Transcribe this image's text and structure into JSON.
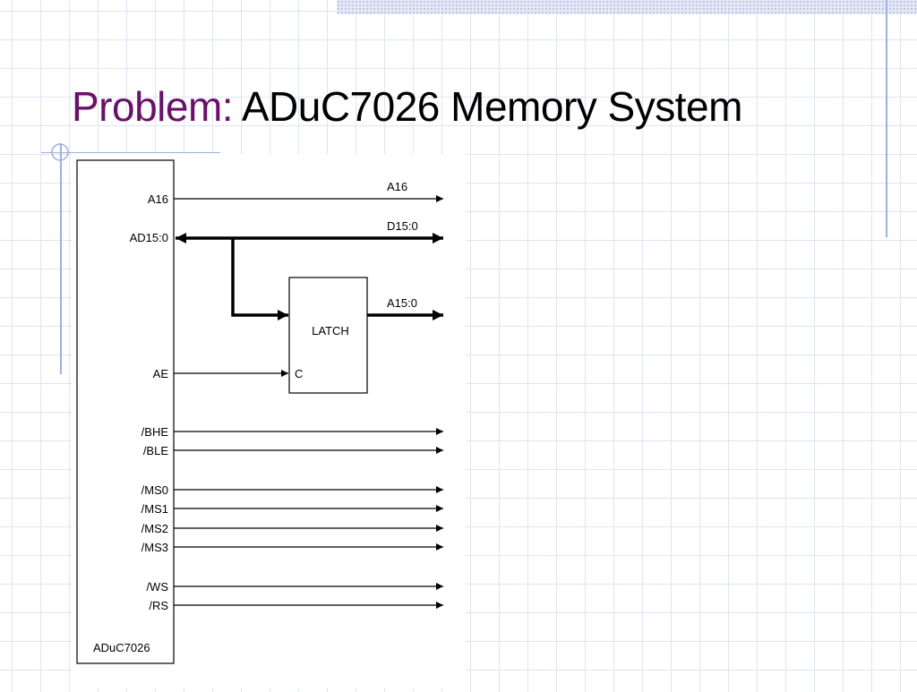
{
  "slide": {
    "title_prefix": "Problem:",
    "title_main": "ADuC7026 Memory System"
  },
  "diagram": {
    "chip_label": "ADuC7026",
    "latch_label": "LATCH",
    "latch_clock_pin": "C",
    "pins": {
      "a16": "A16",
      "ad": "AD15:0",
      "ae": "AE",
      "bhe": "/BHE",
      "ble": "/BLE",
      "ms0": "/MS0",
      "ms1": "/MS1",
      "ms2": "/MS2",
      "ms3": "/MS3",
      "ws": "/WS",
      "rs": "/RS"
    },
    "outputs": {
      "a16": "A16",
      "data_bus": "D15:0",
      "address_bus": "A15:0"
    }
  },
  "colors": {
    "title_prefix": "#6b0f6b",
    "title_main": "#000000",
    "accent_rule": "#9fb0e0"
  }
}
